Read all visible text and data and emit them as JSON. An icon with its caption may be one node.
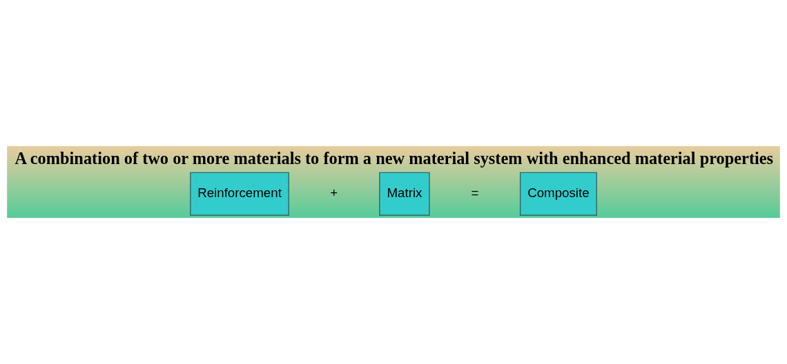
{
  "diagram": {
    "title": "A combination of two or more materials to form a new material system with enhanced material properties",
    "nodes": [
      {
        "text": [
          "Reinforcement"
        ]
      },
      {
        "text": [
          "Matrix"
        ]
      },
      {
        "text": [
          "Composite"
        ]
      }
    ],
    "edges": [],
    "labels": [
      "+",
      "="
    ]
  }
}
